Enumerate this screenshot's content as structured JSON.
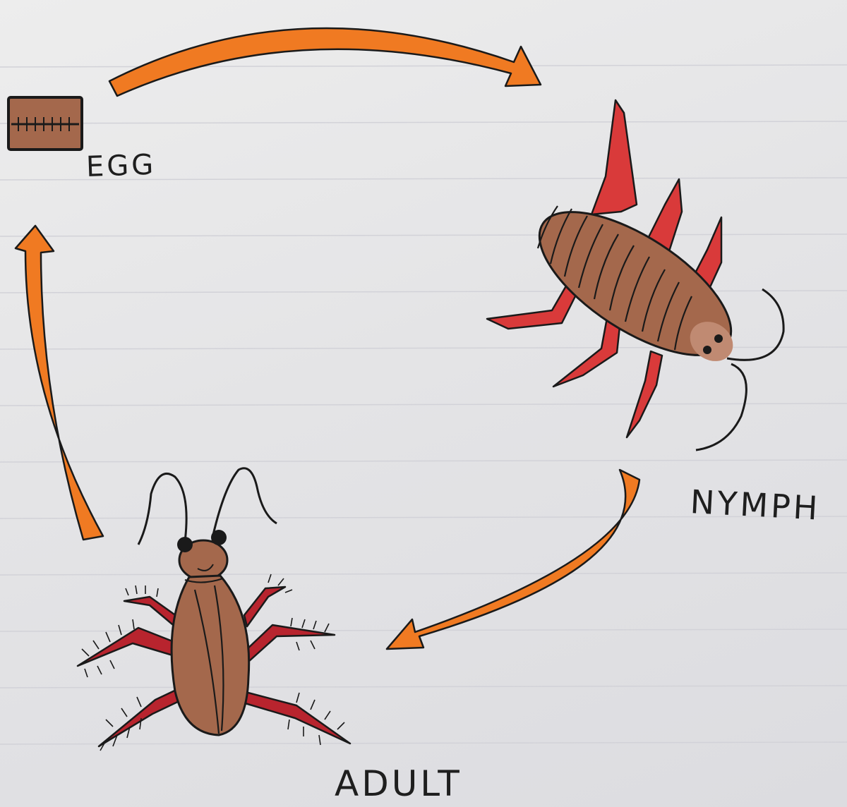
{
  "stages": {
    "egg": {
      "label": "EGG"
    },
    "nymph": {
      "label": "NYMPH"
    },
    "adult": {
      "label": "ADULT"
    }
  },
  "arrows": [
    {
      "from": "egg",
      "to": "nymph"
    },
    {
      "from": "nymph",
      "to": "adult"
    },
    {
      "from": "adult",
      "to": "egg"
    }
  ],
  "colors": {
    "paper": "#e6e6e8",
    "arrow": "#f07a22",
    "insect_body": "#a4684c",
    "insect_legs": "#d93a3a",
    "adult_legs": "#b8242e",
    "ink": "#1a1a1a"
  }
}
